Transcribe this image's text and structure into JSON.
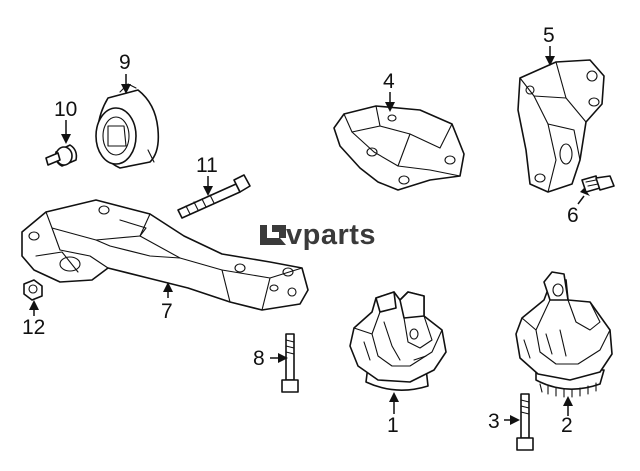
{
  "watermark": {
    "text": "vparts",
    "logo": "lvparts-logo-mark"
  },
  "callouts": {
    "c1": "1",
    "c2": "2",
    "c3": "3",
    "c4": "4",
    "c5": "5",
    "c6": "6",
    "c7": "7",
    "c8": "8",
    "c9": "9",
    "c10": "10",
    "c11": "11",
    "c12": "12"
  },
  "colors": {
    "line": "#111111",
    "background": "#ffffff",
    "watermark": "#3a3a3a"
  }
}
